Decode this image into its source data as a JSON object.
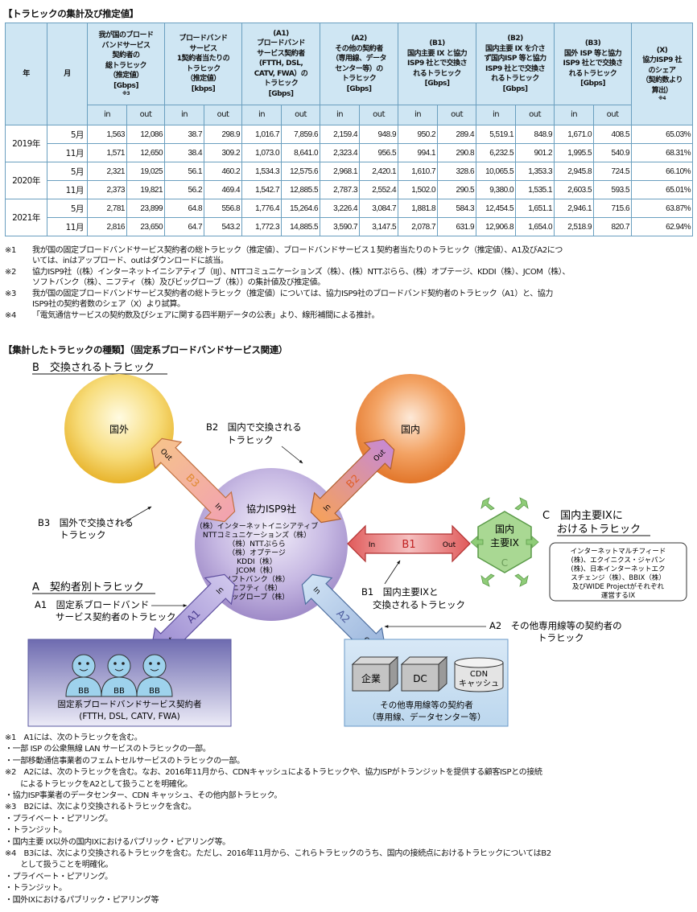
{
  "title_table": "【トラヒックの集計及び推定値】",
  "table": {
    "h_year": "年",
    "h_month": "月",
    "cols": [
      {
        "lines": [
          "我が国のブロード",
          "バンドサービス",
          "契約者の",
          "総トラヒック",
          "（推定値）",
          "[Gbps]",
          "※3"
        ]
      },
      {
        "lines": [
          "ブロードバンド",
          "サービス",
          "1契約者当たりの",
          "トラヒック",
          "（推定値）",
          "[kbps]"
        ]
      },
      {
        "lines": [
          "(A1)",
          "ブロードバンド",
          "サービス契約者",
          "(FTTH, DSL,",
          "CATV, FWA）の",
          "トラヒック",
          "[Gbps]"
        ]
      },
      {
        "lines": [
          "(A2)",
          "その他の契約者",
          "（専用線、データ",
          "センター等）の",
          "トラヒック",
          "[Gbps]"
        ]
      },
      {
        "lines": [
          "(B1)",
          "国内主要 IX と協力",
          "ISP9 社とで交換さ",
          "れるトラヒック",
          "[Gbps]"
        ]
      },
      {
        "lines": [
          "(B2)",
          "国内主要 IX を介さ",
          "ず国内ISP 等と協力",
          "ISP9 社とで交換さ",
          "れるトラヒック",
          "[Gbps]"
        ]
      },
      {
        "lines": [
          "(B3)",
          "国外 ISP 等と協力",
          "ISP9 社とで交換さ",
          "れるトラヒック",
          "[Gbps]"
        ]
      },
      {
        "lines": [
          "(X)",
          "協力ISP9 社",
          "のシェア",
          "（契約数より",
          "算出）",
          "※4"
        ]
      }
    ],
    "in": "in",
    "out": "out",
    "rows": [
      {
        "year": "2019年",
        "month": "5月",
        "v": [
          "1,563",
          "12,086",
          "38.7",
          "298.9",
          "1,016.7",
          "7,859.6",
          "2,159.4",
          "948.9",
          "950.2",
          "289.4",
          "5,519.1",
          "848.9",
          "1,671.0",
          "408.5",
          "65.03%"
        ]
      },
      {
        "year": "",
        "month": "11月",
        "v": [
          "1,571",
          "12,650",
          "38.4",
          "309.2",
          "1,073.0",
          "8,641.0",
          "2,323.4",
          "956.5",
          "994.1",
          "290.8",
          "6,232.5",
          "901.2",
          "1,995.5",
          "540.9",
          "68.31%"
        ]
      },
      {
        "year": "2020年",
        "month": "5月",
        "v": [
          "2,321",
          "19,025",
          "56.1",
          "460.2",
          "1,534.3",
          "12,575.6",
          "2,968.1",
          "2,420.1",
          "1,610.7",
          "328.6",
          "10,065.5",
          "1,353.3",
          "2,945.8",
          "724.5",
          "66.10%"
        ]
      },
      {
        "year": "",
        "month": "11月",
        "v": [
          "2,373",
          "19,821",
          "56.2",
          "469.4",
          "1,542.7",
          "12,885.5",
          "2,787.3",
          "2,552.4",
          "1,502.0",
          "290.5",
          "9,380.0",
          "1,535.1",
          "2,603.5",
          "593.5",
          "65.01%"
        ]
      },
      {
        "year": "2021年",
        "month": "5月",
        "v": [
          "2,781",
          "23,899",
          "64.8",
          "556.8",
          "1,776.4",
          "15,264.6",
          "3,226.4",
          "3,084.7",
          "1,881.8",
          "584.3",
          "12,454.5",
          "1,651.1",
          "2,946.1",
          "715.6",
          "63.87%"
        ]
      },
      {
        "year": "",
        "month": "11月",
        "v": [
          "2,816",
          "23,650",
          "64.7",
          "543.2",
          "1,772.3",
          "14,885.5",
          "3,590.7",
          "3,147.5",
          "2,078.7",
          "631.9",
          "12,906.8",
          "1,654.0",
          "2,518.9",
          "820.7",
          "62.94%"
        ]
      }
    ]
  },
  "notes1": [
    {
      "m": "※1",
      "t": "我が国の固定ブロードバンドサービス契約者の総トラヒック（推定値）、ブロードバンドサービス１契約者当たりのトラヒック（推定値）、A1及びA2につ",
      "t2": "いては、inはアップロード、outはダウンロードに該当。"
    },
    {
      "m": "※2",
      "t": "協力ISP9社（(株）インターネットイニシアティブ（IIJ）、NTTコミュニケーションズ（株）、(株）NTTぷらら、(株）オプテージ、KDDI（株）、JCOM（株）、",
      "t2": "ソフトバンク（株）、ニフティ（株）及びビッグローブ（株））の集計値及び推定値。"
    },
    {
      "m": "※3",
      "t": "我が国の固定ブロードバンドサービス契約者の総トラヒック（推定値）については、協力ISP9社のブロードバンド契約者のトラヒック（A1）と、協力",
      "t2": "ISP9社の契約者数のシェア（X）より試算。"
    },
    {
      "m": "※4",
      "t": "「電気通信サービスの契約数及びシェアに関する四半期データの公表」より、線形補間による推計。",
      "t2": ""
    }
  ],
  "title_diagram": "【集計したトラヒックの種類】（固定系ブロードバンドサービス関連）",
  "diagram": {
    "b_title": "B　交換されるトラヒック",
    "kokugai": "国外",
    "kokunai": "国内",
    "b2_label": [
      "B2　国内で交換される",
      "トラヒック"
    ],
    "b3_label": [
      "B3　国外で交換される",
      "トラヒック"
    ],
    "isp_title": "協力ISP9社",
    "isp_list": [
      "（株）インターネットイニシアティブ",
      "NTTコミュニケーションズ（株）",
      "（株）NTTぷらら",
      "（株）オプテージ",
      "KDDI（株）",
      "JCOM（株）",
      "ソフトバンク（株）",
      "ニフティ（株）",
      "ビッグローブ（株）"
    ],
    "out": "Out",
    "in": "In",
    "b1": "B1",
    "b2": "B2",
    "b3": "B3",
    "a1": "A1",
    "a2": "A2",
    "ix_lines": [
      "国内",
      "主要IX"
    ],
    "ix_c": "C",
    "c_title": [
      "C　国内主要IXに",
      "おけるトラヒック"
    ],
    "ix_box": [
      "インターネットマルチフィード",
      "(株)、エクイニクス・ジャパン",
      "(株)、日本インターネットエク",
      "スチェンジ（株）、BBIX（株）",
      "及びWIDE Projectがそれぞれ",
      "運営するIX"
    ],
    "b1_label": [
      "B1　国内主要IXと",
      "交換されるトラヒック"
    ],
    "a_title": "A　契約者別トラヒック",
    "a1_label": [
      "A1　固定系ブロードバンド",
      "サービス契約者のトラヒック"
    ],
    "a2_label": [
      "A2　その他専用線等の契約者の",
      "トラヒック"
    ],
    "bb": "BB",
    "left_box": [
      "固定系ブロードバンドサービス契約者",
      "(FTTH, DSL, CATV, FWA)"
    ],
    "kigyo": "企業",
    "dc": "DC",
    "cdn": [
      "CDN",
      "キャッシュ"
    ],
    "right_box": [
      "その他専用線等の契約者",
      "（専用線、データセンター等）"
    ]
  },
  "notes2": [
    "※1　A1には、次のトラヒックを含む。",
    "・一部 ISP の公衆無線 LAN サービスのトラヒックの一部。",
    "・一部移動通信事業者のフェムトセルサービスのトラヒックの一部。",
    "※2　A2には、次のトラヒックを含む。なお、2016年11月から、CDNキャッシュによるトラヒックや、協力ISPがトランジットを提供する顧客ISPとの接続",
    "　　によるトラヒックをA2として扱うことを明確化。",
    "・協力ISP事業者のデータセンター、CDN キャッシュ、その他内部トラヒック。",
    "※3　B2には、次により交換されるトラヒックを含む。",
    "・プライベート・ピアリング。",
    "・トランジット。",
    "・国内主要 IX以外の国内IXにおけるパブリック・ピアリング等。",
    "※4　B3には、次により交換されるトラヒックを含む。ただし、2016年11月から、これらトラヒックのうち、国内の接続点におけるトラヒックについてはB2",
    "　　として扱うことを明確化。",
    "・プライベート・ピアリング。",
    "・トランジット。",
    "・国外IXにおけるパブリック・ピアリング等"
  ],
  "colors": {
    "header_bg": "#cfe6f3",
    "border": "#6a9fbf",
    "isp_sphere": "#b8a6d8",
    "kokugai": "#f0c648",
    "kokunai": "#ec8a3a",
    "b1_arrow": "#d94545",
    "ix_hex": "#9ed08a"
  }
}
